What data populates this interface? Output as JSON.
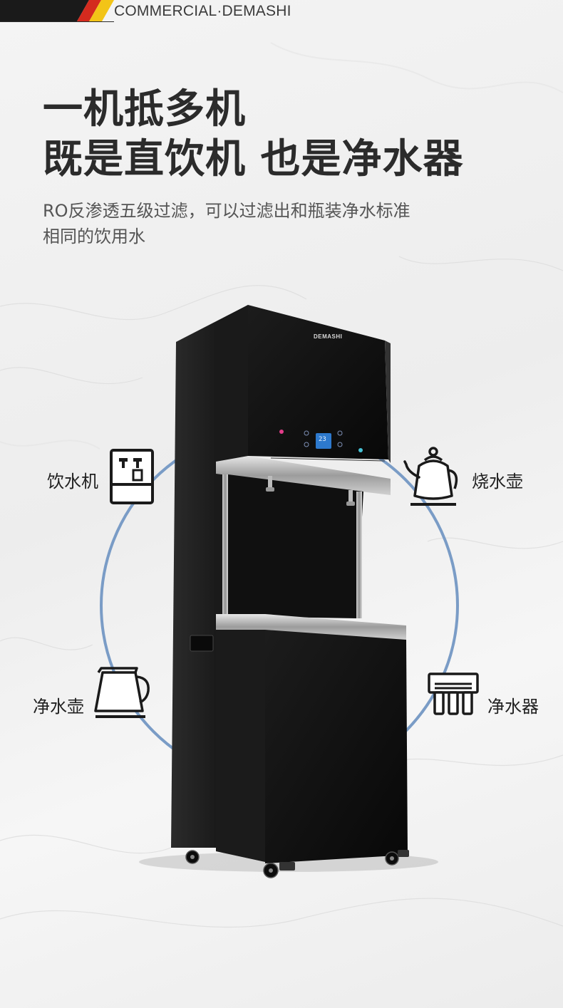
{
  "brand": {
    "tagline": "COMMERCIAL·DEMASHI",
    "stripe_colors": [
      "#1a1a1a",
      "#d42a1e",
      "#f2c417"
    ]
  },
  "headline": {
    "line1": "一机抵多机",
    "line2": "既是直饮机 也是净水器"
  },
  "description": {
    "line1": "RO反渗透五级过滤，可以过滤出和瓶装净水标准",
    "line2": "相同的饮用水"
  },
  "features": [
    {
      "label": "饮水机",
      "icon": "water-dispenser-icon"
    },
    {
      "label": "烧水壶",
      "icon": "gooseneck-kettle-icon"
    },
    {
      "label": "净水壶",
      "icon": "electric-kettle-icon"
    },
    {
      "label": "净水器",
      "icon": "water-purifier-icon"
    }
  ],
  "product": {
    "logo": "DEMASHI",
    "display_reading": "23",
    "accent_ring_color": "#7a9cc6",
    "body_color": "#141414"
  }
}
